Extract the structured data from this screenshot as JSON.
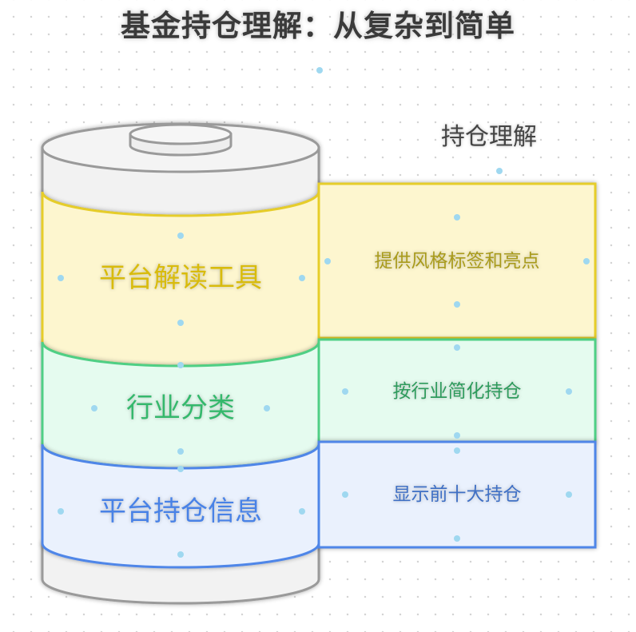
{
  "title": "基金持仓理解：从复杂到简单",
  "subtitle": "持仓理解",
  "layers": [
    {
      "label": "平台解读工具",
      "note": "提供风格标签和亮点",
      "fill": "#fdf6cf",
      "stroke": "#e6cd2c",
      "text": "#d8bb10",
      "note_text": "#a89a1c"
    },
    {
      "label": "行业分类",
      "note": "按行业简化持仓",
      "fill": "#e5fbef",
      "stroke": "#4fcf85",
      "text": "#36b86c",
      "note_text": "#2f9a5c"
    },
    {
      "label": "平台持仓信息",
      "note": "显示前十大持仓",
      "fill": "#eaf1fd",
      "stroke": "#4f86e8",
      "text": "#4a82e6",
      "note_text": "#3f6fc4"
    }
  ]
}
